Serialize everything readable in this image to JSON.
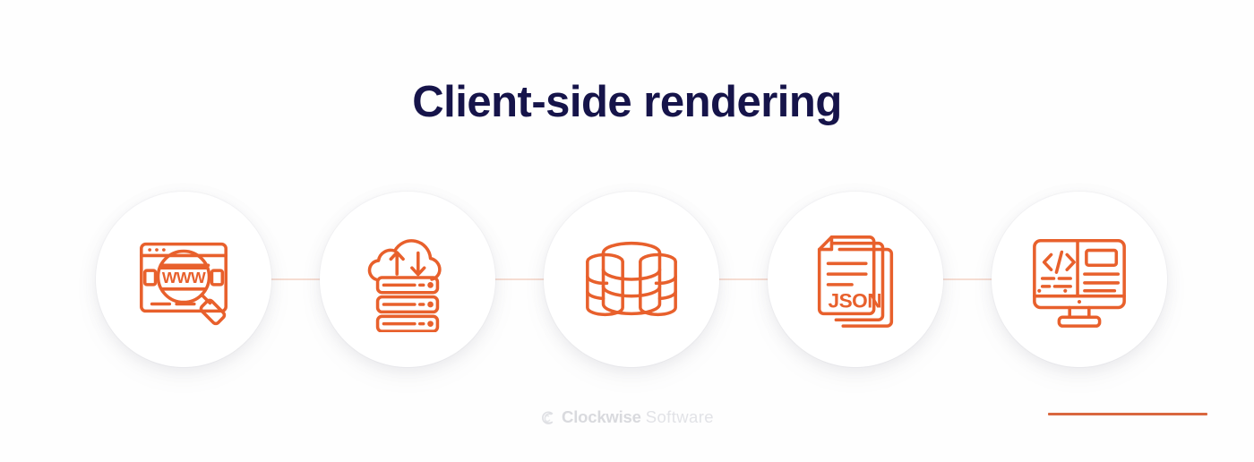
{
  "page": {
    "title": "Client-side rendering",
    "background_color": "#fefefe",
    "title_color": "#16144a",
    "accent_color": "#e8602c"
  },
  "flow": {
    "connector_color": "#f6ddd2",
    "steps": [
      {
        "index": 1,
        "icon": "browser-www-search-icon",
        "label": "WWW",
        "description": "Browser window with WWW and magnifying glass"
      },
      {
        "index": 2,
        "icon": "cloud-server-sync-icon",
        "label": "",
        "description": "Cloud with upload and download arrows over three server racks"
      },
      {
        "index": 3,
        "icon": "database-stack-icon",
        "label": "",
        "description": "Stacked database cylinders"
      },
      {
        "index": 4,
        "icon": "json-documents-icon",
        "label": "JSON",
        "description": "Stack of three documents labelled JSON"
      },
      {
        "index": 5,
        "icon": "monitor-code-icon",
        "label": "</>",
        "description": "Desktop monitor showing code and rendered content"
      }
    ]
  },
  "footer": {
    "logo_mark": "clockwise-swirl-icon",
    "brand_primary": "Clockwise",
    "brand_secondary": "Software",
    "brand_primary_color": "#d9dade",
    "brand_secondary_color": "#e2e3e7",
    "accent_rule_color": "#d9673f"
  }
}
